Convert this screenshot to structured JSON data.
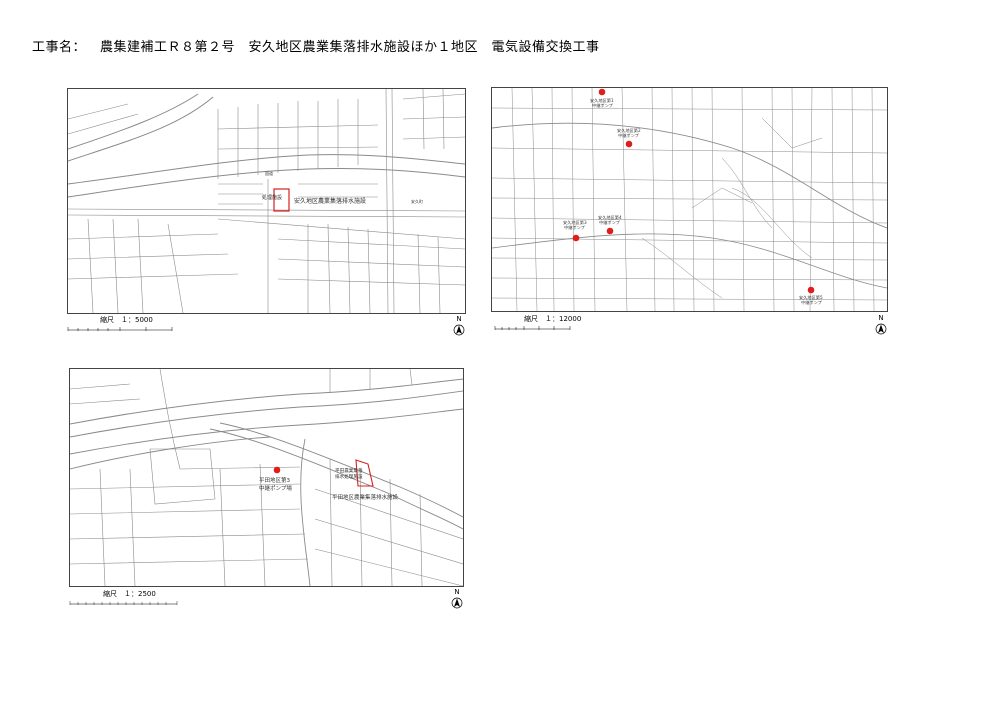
{
  "header": {
    "label": "工事名：",
    "project": "農集建補工Ｒ８第２号　安久地区農業集落排水施設ほか１地区　電気設備交換工事"
  },
  "maps": [
    {
      "id": "map1",
      "scale_label": "縮尺　１：5000",
      "north_label": "N",
      "labels": {
        "facility": "安久地区農業集落排水施設",
        "site": "処理施設",
        "place1": "安久町",
        "road": "国道"
      }
    },
    {
      "id": "map2",
      "scale_label": "縮尺　１：12000",
      "north_label": "N",
      "labels": {
        "pump1": "安久地区第1",
        "pump1b": "中継ポンプ",
        "pump2": "安久地区第2",
        "pump2b": "中継ポンプ",
        "pump3": "安久地区第3",
        "pump3b": "中継ポンプ",
        "pump4": "安久地区第4",
        "pump4b": "中継ポンプ",
        "pump5": "安久地区第5",
        "pump5b": "中継ポンプ"
      }
    },
    {
      "id": "map3",
      "scale_label": "縮尺　１：2500",
      "north_label": "N",
      "labels": {
        "pump": "平田地区第3",
        "pump_b": "中継ポンプ場",
        "site": "平田農業集落",
        "site_b": "排水処理施設",
        "facility": "平田地区農業集落排水施設"
      }
    }
  ],
  "colors": {
    "marker": "#e21b1b",
    "outline": "#d42020",
    "mapline": "#7a7a7a"
  }
}
